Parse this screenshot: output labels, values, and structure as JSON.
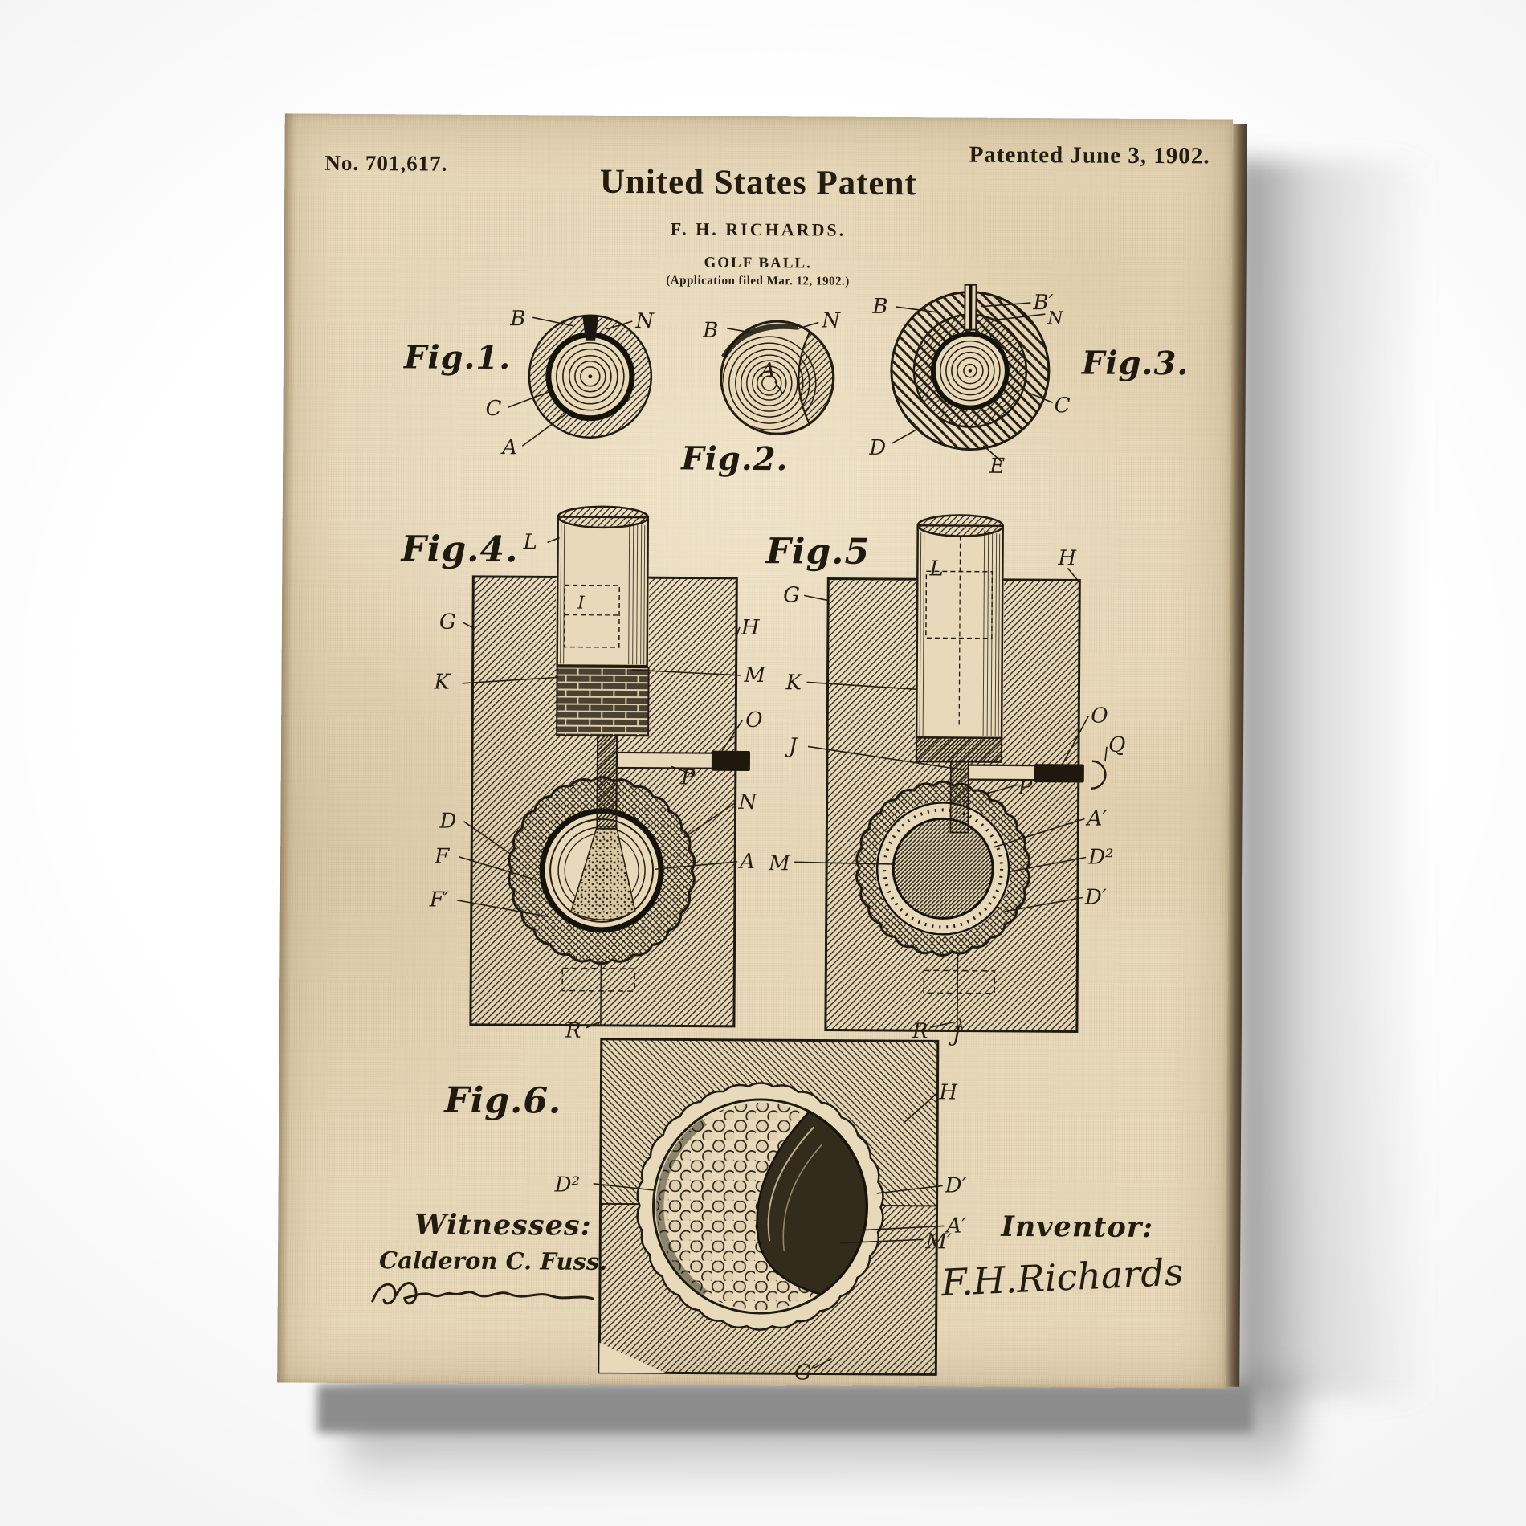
{
  "header": {
    "patent_number": "No. 701,617.",
    "patent_date": "Patented June 3, 1902.",
    "title": "United States Patent",
    "inventor_line": "F. H. RICHARDS.",
    "invention_title": "GOLF BALL.",
    "application_line": "(Application filed Mar. 12, 1902.)"
  },
  "figures": {
    "fig1": {
      "caption": "Fig.1.",
      "labels": {
        "B": "B",
        "N": "N",
        "C": "C",
        "A": "A"
      }
    },
    "fig2": {
      "caption": "Fig.2.",
      "labels": {
        "B": "B",
        "N": "N",
        "A": "A"
      }
    },
    "fig3": {
      "caption": "Fig.3.",
      "labels": {
        "B": "B",
        "Bp": "B′",
        "N": "N",
        "C": "C",
        "D": "D",
        "E": "E"
      }
    },
    "fig4": {
      "caption": "Fig.4.",
      "labels": {
        "L": "L",
        "I": "I",
        "G": "G",
        "K": "K",
        "D": "D",
        "F": "F",
        "Fp": "F′",
        "H": "H",
        "M": "M",
        "O": "O",
        "P": "P",
        "N": "N",
        "A": "A",
        "R": "R"
      }
    },
    "fig5": {
      "caption": "Fig.5",
      "labels": {
        "L": "L",
        "H": "H",
        "G": "G",
        "K": "K",
        "J": "J",
        "M": "M",
        "O": "O",
        "Q": "Q",
        "P": "P",
        "Ap": "A′",
        "D2": "D²",
        "Dp": "D′",
        "R": "R",
        "J2": "J"
      }
    },
    "fig6": {
      "caption": "Fig.6.",
      "labels": {
        "D2": "D²",
        "H": "H",
        "Dp": "D′",
        "Ap": "A′",
        "Mp": "M′",
        "Gp": "G′"
      }
    }
  },
  "signature_block": {
    "witnesses_heading": "Witnesses:",
    "witness_name": "Calderon C. Fuss.",
    "inventor_heading": "Inventor:",
    "inventor_signature": "F.H.Richards"
  },
  "colors": {
    "paper": "#e8d9bb",
    "ink": "#241d0f",
    "wall": "#ffffff",
    "shadow": "#8c8c8c"
  }
}
